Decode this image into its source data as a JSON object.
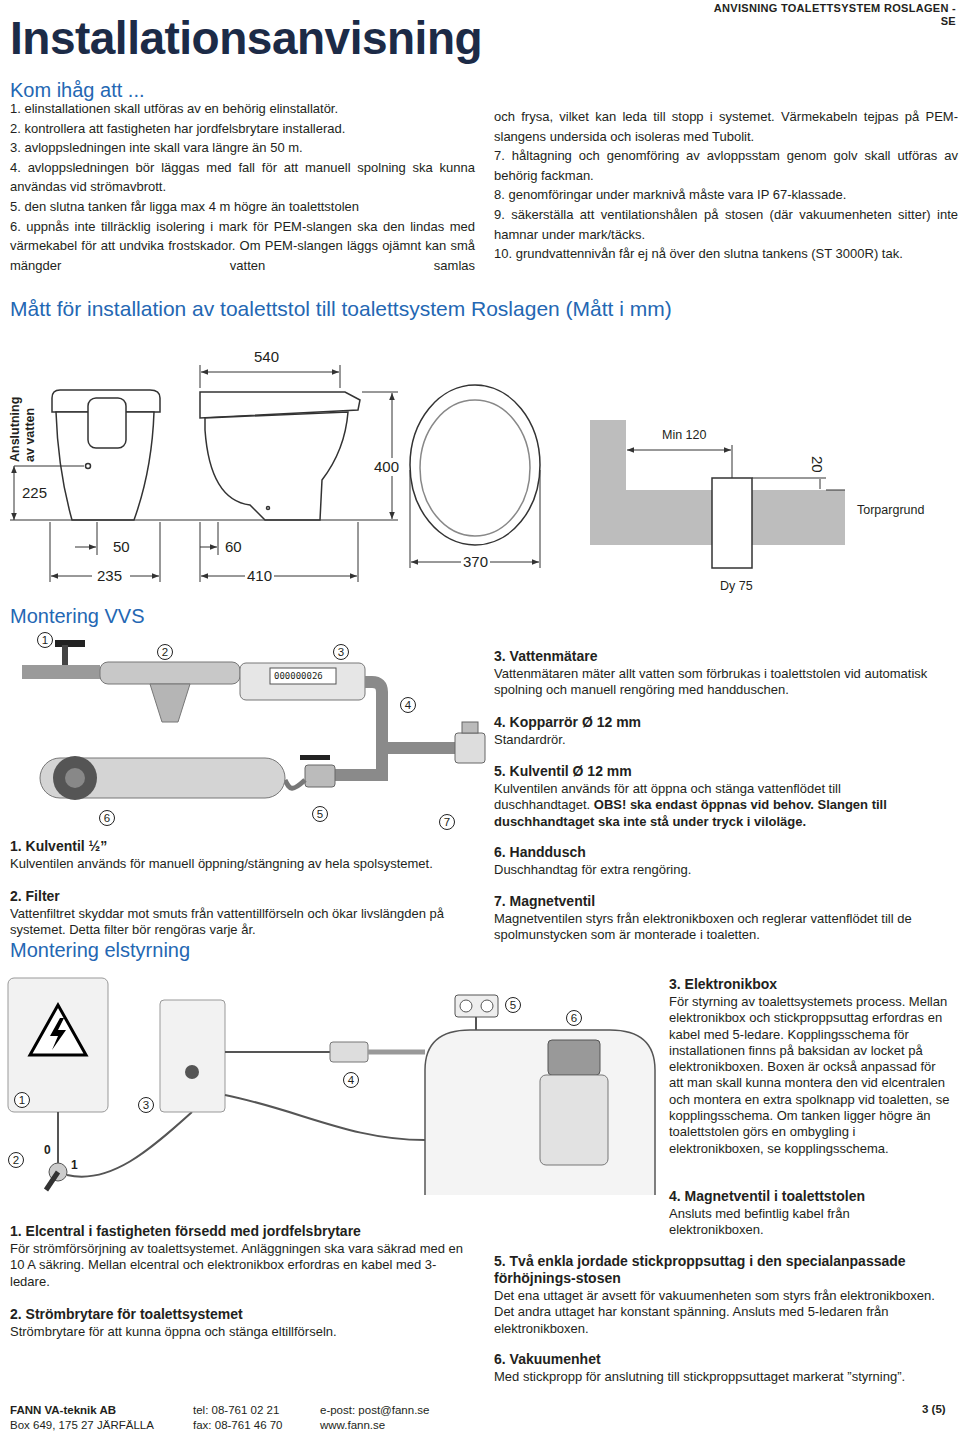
{
  "diagram": {
    "title": "Installationsanvisning",
    "labels": [
      "ANVISNING TOALETTSYSTEM ROSLAGEN -SE",
      "Kom ihåg att ...",
      "1. elinstallationen skall utföras av en behörig elinstallatör.",
      "2. kontrollera att fastigheten har jordfelsbrytare installerad.",
      "3. avloppsledningen inte skall vara längre än 50 m.",
      "4. avloppsledningen bör läggas med fall för att manuell spolning ska kunna användas vid strömavbrott.",
      "5. den slutna tanken får ligga max 4 m högre än toalettstolen",
      "6. uppnås inte tillräcklig isolering i mark för PEM-slangen ska den lindas med värmekabel för att undvika frostskador. Om PEM-slangen läggs ojämnt kan små mängder vatten samlas",
      "och frysa, vilket kan leda till stopp i systemet. Värmekabeln tejpas på PEM-slangens undersida och isoleras med Tubolit.",
      "7. håltagning och genomföring av avloppsstam genom golv skall utföras av behörig fackman.",
      "8. genomföringar under marknivå måste vara IP 67-klassade.",
      "9. säkerställa att ventilationshålen på stosen (där vakuumenheten sitter) inte hamnar under mark/täcks.",
      "10. grundvattennivån får ej nå över den slutna tankens (ST 3000R) tak.",
      "Mått för installation av toalettstol till toalettsystem Roslagen (Mått i mm)",
      "540",
      "Anslutning av vatten",
      "225",
      "400",
      "50",
      "235",
      "60",
      "410",
      "370",
      "Min 120",
      "20",
      "Torpargrund",
      "Dy 75",
      "Montering VVS",
      "1",
      "2",
      "3",
      "4",
      "5",
      "6",
      "7",
      "000000026",
      "1. Kulventil ½”",
      "Kulventilen används för manuell öppning/stängning av hela spolsystemet.",
      "2. Filter",
      "Vattenfiltret skyddar mot smuts från vattentillförseln och ökar livslängden på systemet. Detta filter bör rengöras varje år.",
      "3. Vattenmätare",
      "Vattenmätaren mäter allt vatten som förbrukas i toalettstolen vid automatisk spolning och manuell rengöring med handduschen.",
      "4. Kopparrör Ø 12 mm",
      "Standardrör.",
      "5. Kulventil Ø 12 mm",
      "Kulventilen används för att öppna och stänga vattenflödet till duschhandtaget.",
      "OBS! ska endast öppnas vid behov. Slangen till duschhandtaget ska inte stå under tryck i viloläge.",
      "6. Handdusch",
      "Duschhandtag för extra rengöring.",
      "7. Magnetventil",
      "Magnetventilen styrs från elektronikboxen och reglerar vattenflödet till de spolmunstycken som är monterade i toaletten.",
      "Montering elstyrning",
      "1",
      "2",
      "3",
      "4",
      "5",
      "6",
      "0",
      "1",
      "1. Elcentral i fastigheten försedd med jordfelsbrytare",
      "För strömförsörjning av toalettsystemet. Anläggningen ska vara säkrad med en 10 A säkring. Mellan elcentral och elektronikbox erfordras en kabel med 3-ledare.",
      "2. Strömbrytare för toalettsystemet",
      "Strömbrytare för att kunna öppna och stänga eltillförseln.",
      "3. Elektronikbox",
      "För styrning av toalettsystemets process. Mellan elektronikbox och stickproppsuttag erfordras en kabel med 5-ledare. Kopplingsschema för installationen finns på baksidan av locket på elektronikboxen. Boxen är också anpassad för att man skall kunna montera den vid elcentralen och montera en extra spolknapp vid toaletten, se kopplingsschema. Om tanken ligger högre än toalettstolen görs en ombygling i elektronikboxen, se kopplingsschema.",
      "4. Magnetventil i toalettstolen",
      "Ansluts med befintlig kabel från elektronikboxen.",
      "5. Två enkla jordade stickproppsuttag i den specialanpassade förhöjnings-stosen",
      "Det ena uttaget är avsett för vakuumenheten som styrs från elektronikboxen. Det andra uttaget har konstant spänning. Ansluts med 5-ledaren från elektronikboxen.",
      "6. Vakuumenhet",
      "Med stickpropp för anslutning till stickproppsuttaget markerat ”styrning”.",
      "FANN VA-teknik AB",
      "Box 649, 175 27 JÄRFÄLLA",
      "tel: 08-761 02 21",
      "fax: 08-761 46 70",
      "e-post: post@fann.se",
      "www.fann.se",
      "3 (5)"
    ]
  }
}
